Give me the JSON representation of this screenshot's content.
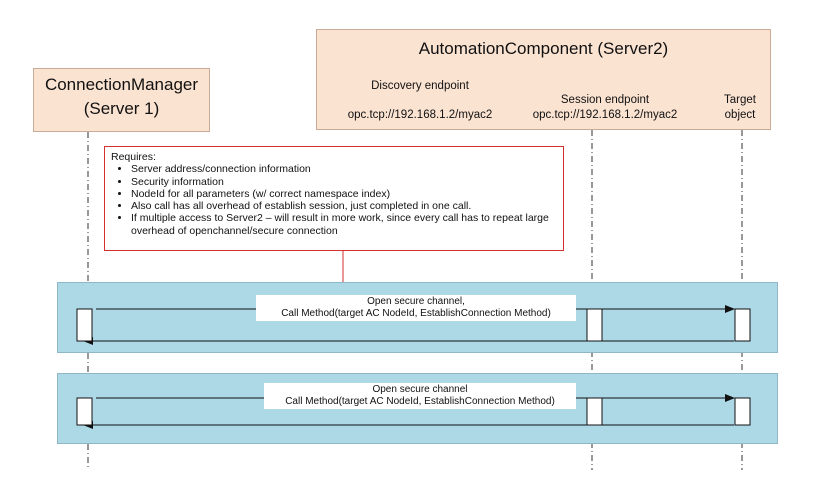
{
  "participants": {
    "connection_manager": {
      "title_line1": "ConnectionManager",
      "title_line2": "(Server 1)"
    },
    "automation_component": {
      "title": "AutomationComponent (Server2)"
    }
  },
  "endpoints": {
    "discovery": {
      "label": "Discovery endpoint",
      "address": "opc.tcp://192.168.1.2/myac2"
    },
    "session": {
      "label": "Session endpoint",
      "address": "opc.tcp://192.168.1.2/myac2"
    },
    "target": {
      "label_line1": "Target",
      "label_line2": "object"
    }
  },
  "requirements": {
    "heading": "Requires:",
    "items": [
      "Server address/connection information",
      "Security information",
      "NodeId for all parameters (w/ correct namespace index)",
      "Also call has all overhead of establish session, just completed in one call.",
      "If multiple access to Server2 – will result in more work, since every call has to repeat large overhead of openchannel/secure connection"
    ]
  },
  "sequences": [
    {
      "line1": "Open secure channel,",
      "line2": "Call Method(target AC NodeId, EstablishConnection Method)"
    },
    {
      "line1": "Open secure channel",
      "line2": "Call Method(target AC NodeId, EstablishConnection Method)"
    }
  ],
  "colors": {
    "title_fill": "#fbe3d2",
    "band_fill": "#add8e6",
    "note_border": "#d32f2f"
  }
}
